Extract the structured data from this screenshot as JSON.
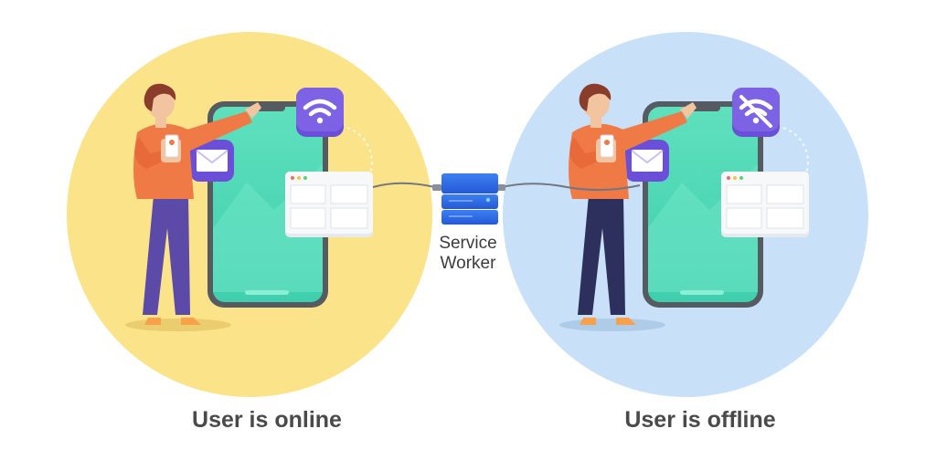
{
  "diagram": {
    "service_worker": {
      "caption_line_1": "Service",
      "caption_line_2": "Worker",
      "color": "#2f6fe8"
    },
    "online": {
      "label": "User is online",
      "circle_color": "#fbe38a",
      "icon": "wifi-icon"
    },
    "offline": {
      "label": "User is offline",
      "circle_color": "#c9e1f8",
      "icon": "wifi-off-icon"
    },
    "colors": {
      "phone_screen": "#4fd8b5",
      "phone_frame": "#555b61",
      "badge": "#6b4fd8",
      "shirt": "#f07a45",
      "jeans_online": "#5b4aa8",
      "jeans_offline": "#2d2f5c"
    }
  }
}
